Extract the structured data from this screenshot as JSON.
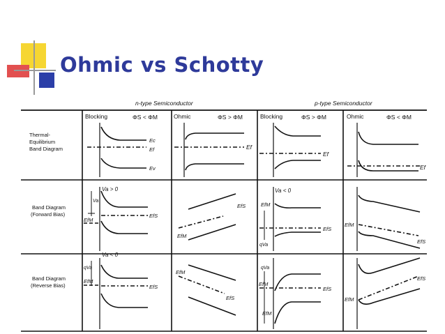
{
  "slide": {
    "title": "Ohmic vs Schotty",
    "colors": {
      "title": "#2e3a9a",
      "yellow": "#f6d632",
      "red": "#e23a3a",
      "blue": "#2c3fa8"
    }
  },
  "figure": {
    "headers": {
      "n_type": "n-type Semiconductor",
      "p_type": "p-type Semiconductor"
    },
    "row_labels": [
      [
        "Thermal-",
        "Equilibrium",
        "Band Diagram"
      ],
      [
        "Band Diagram",
        "(Forward Bias)"
      ],
      [
        "Band Diagram",
        "(Reverse Bias)"
      ]
    ],
    "columns": [
      {
        "label": "Blocking",
        "condition": "ΦS < ΦM"
      },
      {
        "label": "Ohmic",
        "condition": "ΦS > ΦM"
      },
      {
        "label": "Blocking",
        "condition": "ΦS > ΦM"
      },
      {
        "label": "Ohmic",
        "condition": "ΦS < ΦM"
      }
    ],
    "band_labels": {
      "ec": "Ec",
      "ef": "Ef",
      "ev": "Ev",
      "efs": "EfS",
      "efm": "EfM"
    },
    "bias_labels": {
      "va_pos": "Va > 0",
      "va_neg": "Va < 0",
      "qva": "qVa",
      "va": "Va"
    }
  }
}
